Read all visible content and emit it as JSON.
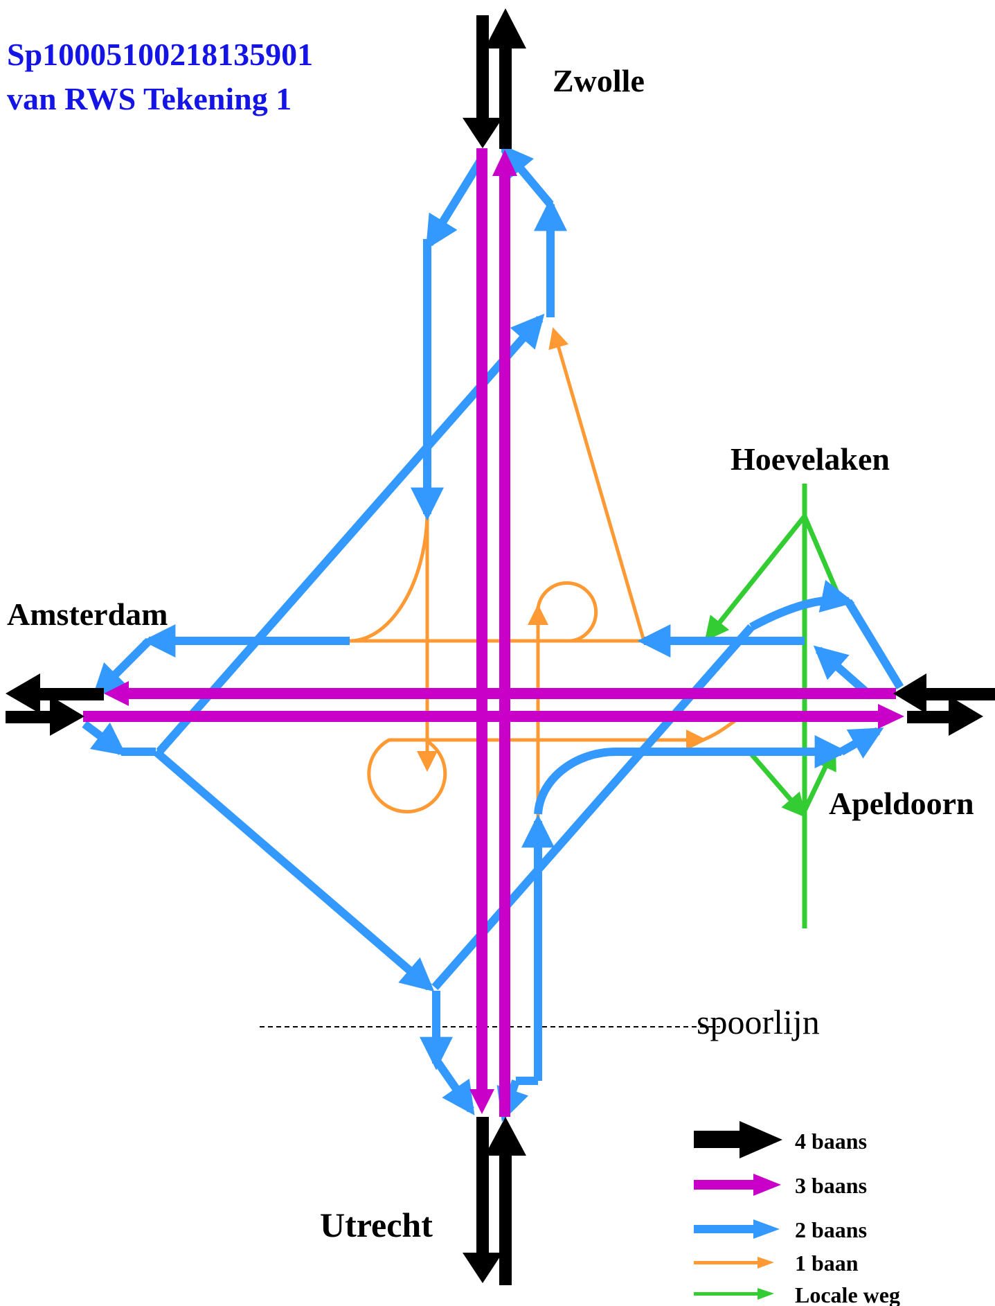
{
  "header": {
    "line1": "Sp10005100218135901",
    "line2": "van RWS Tekening 1",
    "color": "#1414e6"
  },
  "labels": {
    "north": "Zwolle",
    "south": "Utrecht",
    "west": "Amsterdam",
    "east": "Apeldoorn",
    "local": "Hoevelaken",
    "railway": "spoorlijn"
  },
  "legend": [
    {
      "label": "4 baans",
      "color": "#000000",
      "icon": "arrow-right-icon"
    },
    {
      "label": "3 baans",
      "color": "#c800c8",
      "icon": "arrow-right-icon"
    },
    {
      "label": "2 baans",
      "color": "#3399ff",
      "icon": "arrow-right-icon"
    },
    {
      "label": "1 baan",
      "color": "#ff9933",
      "icon": "arrow-right-icon"
    },
    {
      "label": "Locale weg",
      "color": "#33cc33",
      "icon": "arrow-right-icon"
    }
  ],
  "colors": {
    "four_lane": "#000000",
    "three_lane": "#c800c8",
    "two_lane": "#3399ff",
    "one_lane": "#ff9933",
    "local_road": "#33cc33",
    "railway": "#000000"
  }
}
